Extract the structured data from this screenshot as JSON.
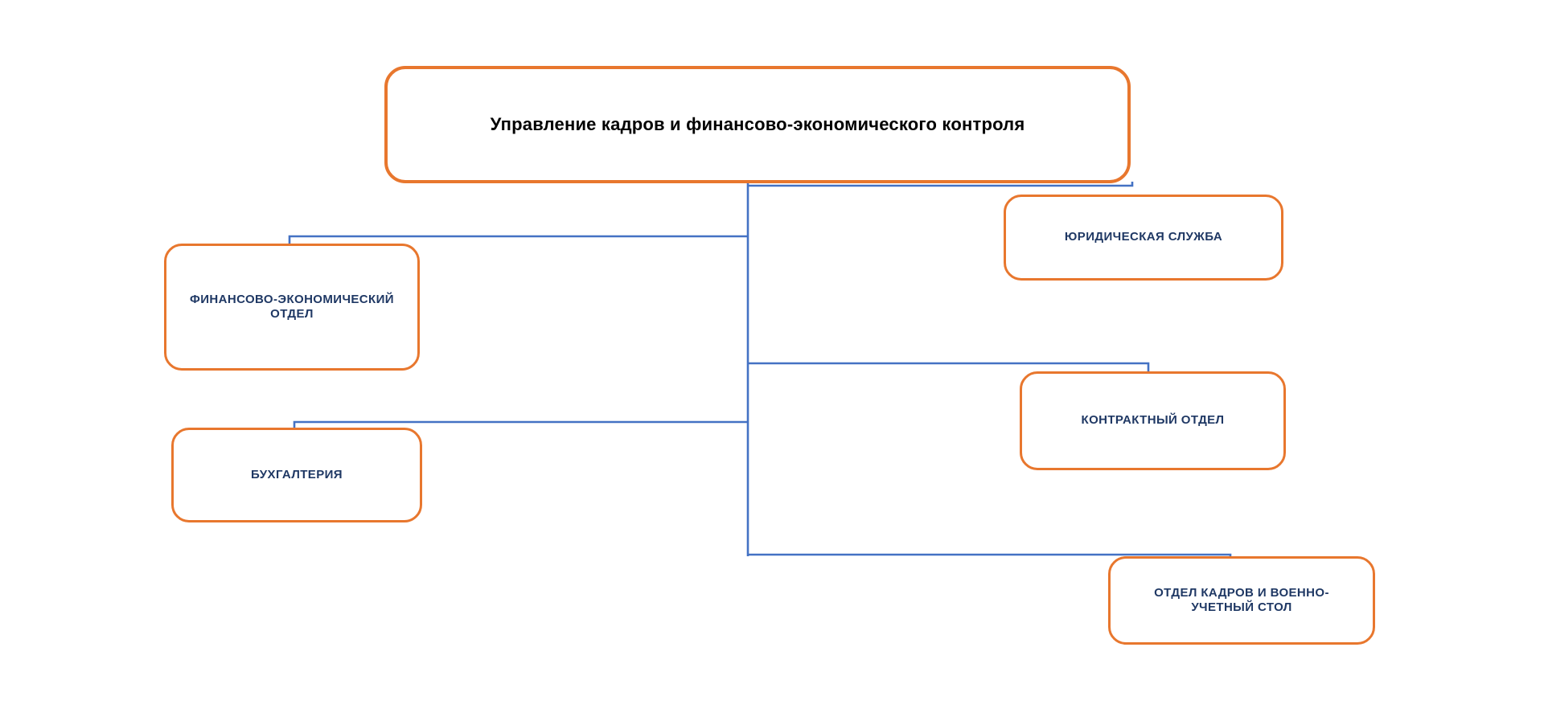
{
  "chart": {
    "type": "org-chart",
    "title": "Управление кадров и финансово-экономического контроля",
    "orientation": "horizontal-tree",
    "colors": {
      "node_border": "#E8772E",
      "node_fill": "#FFFFFF",
      "connector": "#4472C4",
      "root_text": "#000000",
      "unit_text": "#1F3864",
      "background": "#FFFFFF"
    },
    "root": {
      "id": "root",
      "label": "Управление кадров и финансово-экономического контроля"
    },
    "children": [
      {
        "id": "legal",
        "label": "ЮРИДИЧЕСКАЯ СЛУЖБА",
        "side": "right"
      },
      {
        "id": "finecon",
        "label": "ФИНАНСОВО-ЭКОНОМИЧЕСКИЙ ОТДЕЛ",
        "side": "left"
      },
      {
        "id": "contract",
        "label": "КОНТРАКТНЫЙ ОТДЕЛ",
        "side": "right"
      },
      {
        "id": "accounting",
        "label": "БУХГАЛТЕРИЯ",
        "side": "left"
      },
      {
        "id": "hr",
        "label": "ОТДЕЛ КАДРОВ И ВОЕННО-УЧЕТНЫЙ СТОЛ",
        "side": "right"
      }
    ]
  }
}
